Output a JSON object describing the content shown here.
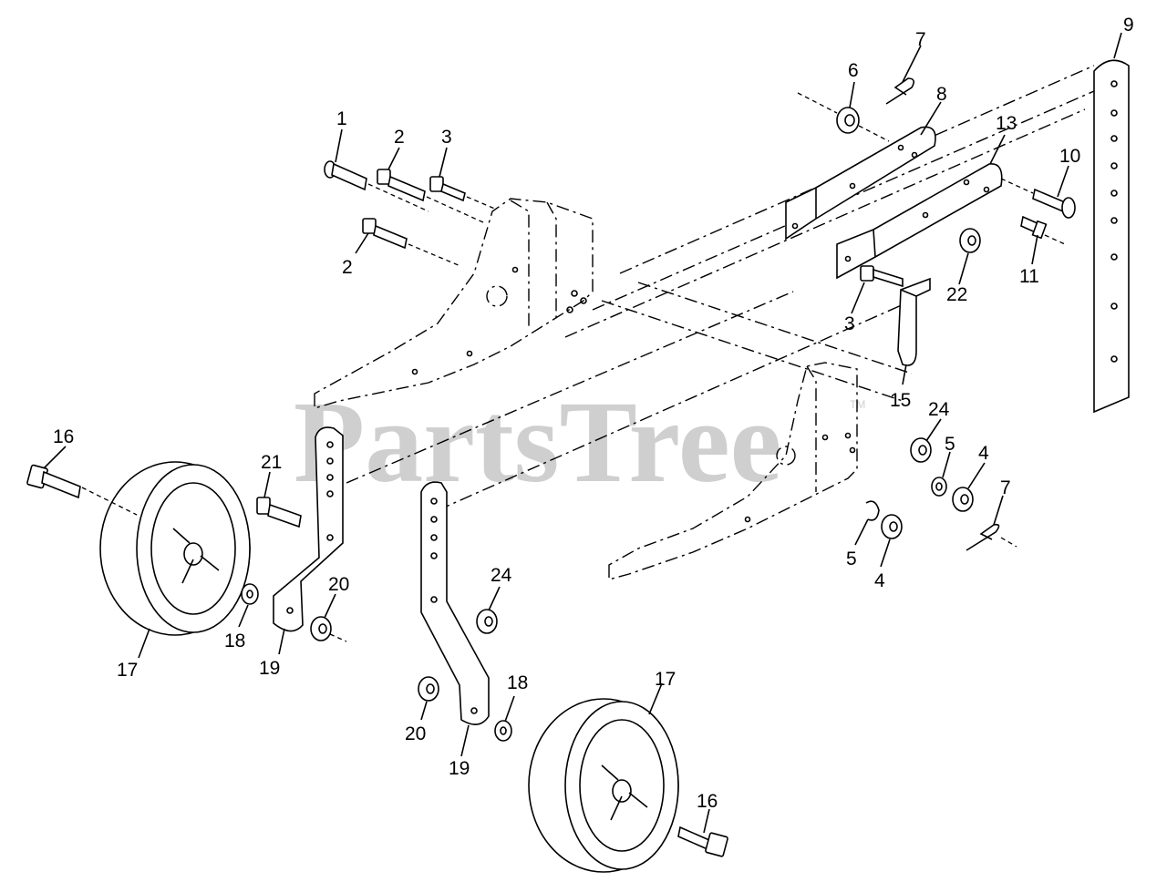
{
  "watermark": {
    "text": "PartsTree",
    "trademark": "TM"
  },
  "callouts": [
    {
      "id": "c1",
      "text": "1"
    },
    {
      "id": "c2a",
      "text": "2"
    },
    {
      "id": "c2b",
      "text": "2"
    },
    {
      "id": "c3a",
      "text": "3"
    },
    {
      "id": "c3b",
      "text": "3"
    },
    {
      "id": "c4a",
      "text": "4"
    },
    {
      "id": "c4b",
      "text": "4"
    },
    {
      "id": "c5a",
      "text": "5"
    },
    {
      "id": "c5b",
      "text": "5"
    },
    {
      "id": "c6",
      "text": "6"
    },
    {
      "id": "c7a",
      "text": "7"
    },
    {
      "id": "c7b",
      "text": "7"
    },
    {
      "id": "c8",
      "text": "8"
    },
    {
      "id": "c9",
      "text": "9"
    },
    {
      "id": "c10",
      "text": "10"
    },
    {
      "id": "c11",
      "text": "11"
    },
    {
      "id": "c13",
      "text": "13"
    },
    {
      "id": "c15",
      "text": "15"
    },
    {
      "id": "c16a",
      "text": "16"
    },
    {
      "id": "c16b",
      "text": "16"
    },
    {
      "id": "c17a",
      "text": "17"
    },
    {
      "id": "c17b",
      "text": "17"
    },
    {
      "id": "c18a",
      "text": "18"
    },
    {
      "id": "c18b",
      "text": "18"
    },
    {
      "id": "c19a",
      "text": "19"
    },
    {
      "id": "c19b",
      "text": "19"
    },
    {
      "id": "c20a",
      "text": "20"
    },
    {
      "id": "c20b",
      "text": "20"
    },
    {
      "id": "c21",
      "text": "21"
    },
    {
      "id": "c22",
      "text": "22"
    },
    {
      "id": "c24a",
      "text": "24"
    },
    {
      "id": "c24b",
      "text": "24"
    }
  ]
}
